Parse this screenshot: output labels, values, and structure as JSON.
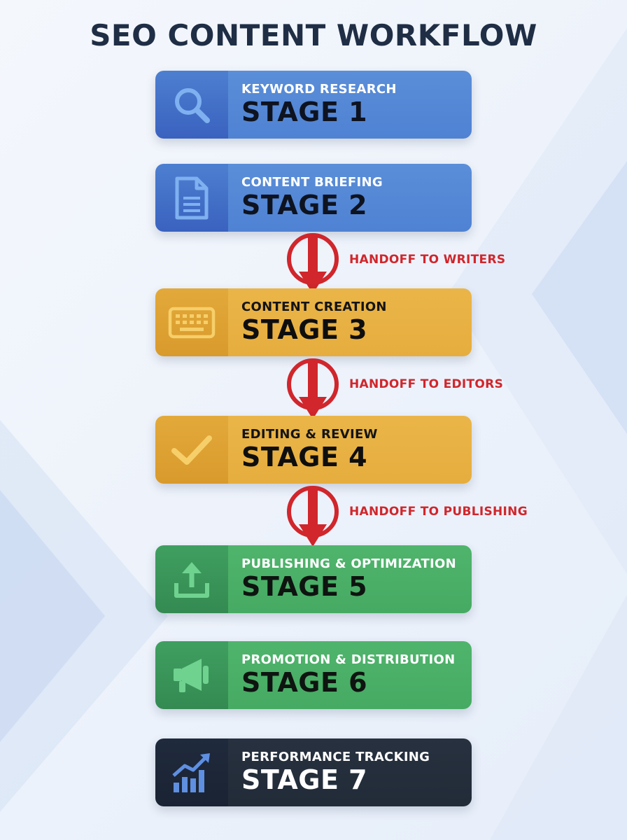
{
  "title": "SEO CONTENT WORKFLOW",
  "colors": {
    "blue": "#5a8ed8",
    "yellow": "#eab548",
    "green": "#4fb46c",
    "dark": "#27313f",
    "handoff_red": "#d0262c",
    "title": "#1f2e45"
  },
  "stages": [
    {
      "subtitle": "KEYWORD RESEARCH",
      "label": "STAGE 1",
      "icon": "magnifier-icon",
      "color": "blue"
    },
    {
      "subtitle": "CONTENT BRIEFING",
      "label": "STAGE 2",
      "icon": "document-icon",
      "color": "blue"
    },
    {
      "subtitle": "CONTENT CREATION",
      "label": "STAGE 3",
      "icon": "keyboard-icon",
      "color": "yellow"
    },
    {
      "subtitle": "EDITING & REVIEW",
      "label": "STAGE 4",
      "icon": "checkmark-icon",
      "color": "yellow"
    },
    {
      "subtitle": "PUBLISHING & OPTIMIZATION",
      "label": "STAGE 5",
      "icon": "upload-icon",
      "color": "green"
    },
    {
      "subtitle": "PROMOTION & DISTRIBUTION",
      "label": "STAGE 6",
      "icon": "megaphone-icon",
      "color": "green"
    },
    {
      "subtitle": "PERFORMANCE TRACKING",
      "label": "STAGE 7",
      "icon": "growth-chart-icon",
      "color": "dark"
    }
  ],
  "handoffs": [
    {
      "label": "HANDOFF TO WRITERS",
      "icon": "handoff-arrow-icon"
    },
    {
      "label": "HANDOFF TO EDITORS",
      "icon": "handoff-arrow-icon"
    },
    {
      "label": "HANDOFF TO PUBLISHING",
      "icon": "handoff-arrow-icon"
    }
  ]
}
